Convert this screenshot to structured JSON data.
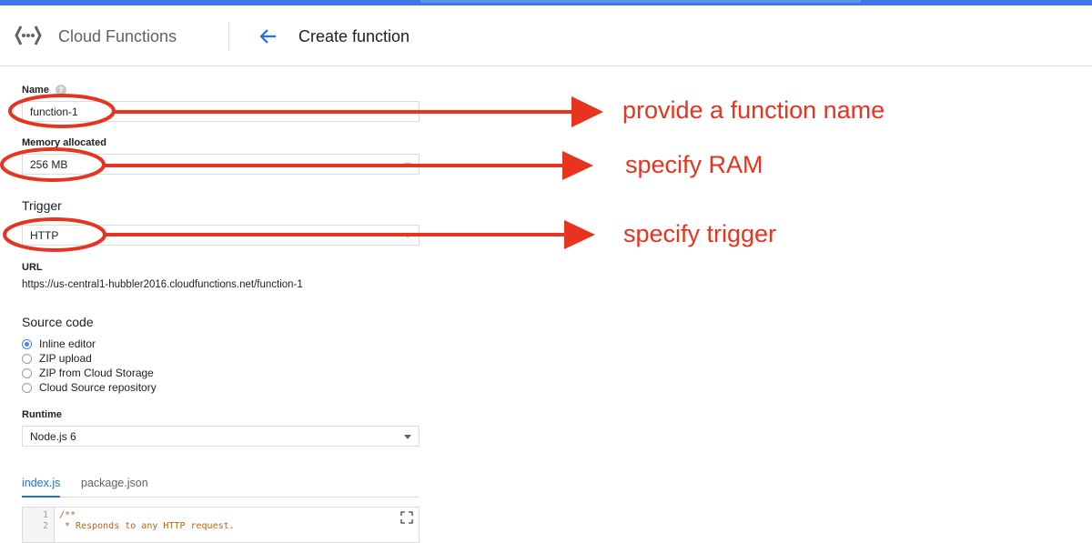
{
  "header": {
    "product_name": "Cloud Functions",
    "page_title": "Create function"
  },
  "form": {
    "name": {
      "label": "Name",
      "help": "?",
      "value": "function-1"
    },
    "memory": {
      "label": "Memory allocated",
      "value": "256 MB"
    },
    "trigger": {
      "label": "Trigger",
      "value": "HTTP"
    },
    "url": {
      "label": "URL",
      "value": "https://us-central1-hubbler2016.cloudfunctions.net/function-1"
    },
    "source": {
      "label": "Source code",
      "options": [
        "Inline editor",
        "ZIP upload",
        "ZIP from Cloud Storage",
        "Cloud Source repository"
      ],
      "selected": "Inline editor"
    },
    "runtime": {
      "label": "Runtime",
      "value": "Node.js 6"
    }
  },
  "editor": {
    "tabs": [
      "index.js",
      "package.json"
    ],
    "active_tab": "index.js",
    "lines": [
      {
        "num": "1",
        "text": "/**"
      },
      {
        "num": "2",
        "text": " * Responds to any HTTP request."
      }
    ]
  },
  "annotations": {
    "name_note": "provide a function name",
    "ram_note": "specify RAM",
    "trigger_note": "specify trigger"
  },
  "colors": {
    "brand_blue": "#3b78e7",
    "annotation_red": "#e8331f",
    "link_blue": "#1a73e8"
  }
}
